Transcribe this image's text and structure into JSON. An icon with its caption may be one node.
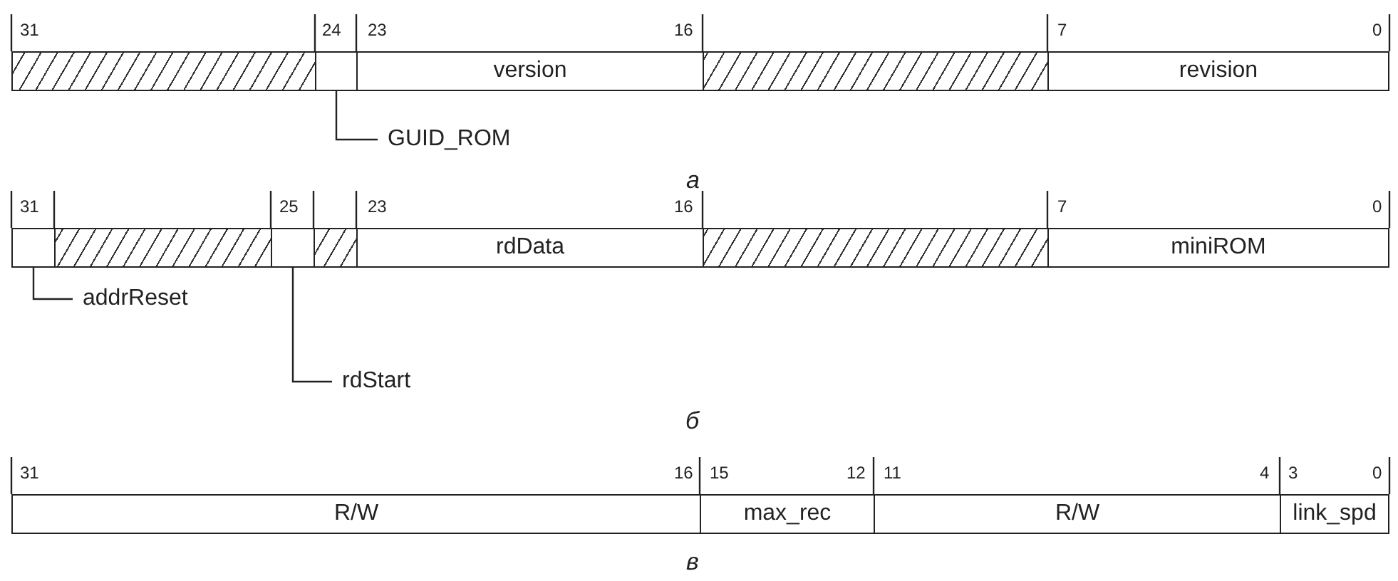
{
  "diagram": {
    "nodes": [
      {
        "text": [],
        "shape": "box"
      },
      {
        "text": [],
        "shape": "box"
      },
      {
        "text": [
          "version"
        ]
      },
      {
        "text": [],
        "shape": "box"
      },
      {
        "text": [
          "revision"
        ]
      },
      {
        "text": [
          "GUID_ROM"
        ]
      },
      {
        "text": [],
        "shape": "box"
      },
      {
        "text": [],
        "shape": "box"
      },
      {
        "text": [],
        "shape": "box"
      },
      {
        "text": [],
        "shape": "box"
      },
      {
        "text": [
          "rdData"
        ]
      },
      {
        "text": [],
        "shape": "box"
      },
      {
        "text": [
          "miniROM"
        ]
      },
      {
        "text": [
          "addrReset"
        ]
      },
      {
        "text": [
          "rdStart"
        ]
      },
      {
        "text": [
          "R/W"
        ]
      },
      {
        "text": [
          "max_rec"
        ]
      },
      {
        "text": [
          "R/W"
        ]
      },
      {
        "text": [
          "link_spd"
        ]
      }
    ],
    "edges": [
      {
        "from": 5,
        "to": 1,
        "arrow": "none"
      },
      {
        "from": 13,
        "to": 6,
        "arrow": "none"
      },
      {
        "from": 14,
        "to": 8,
        "arrow": "none"
      }
    ],
    "labels": [
      "31",
      "24",
      "23",
      "16",
      "7",
      "0",
      "а",
      "31",
      "25",
      "23",
      "16",
      "7",
      "0",
      "б",
      "31",
      "16",
      "15",
      "12",
      "11",
      "4",
      "3",
      "0",
      "в"
    ]
  }
}
